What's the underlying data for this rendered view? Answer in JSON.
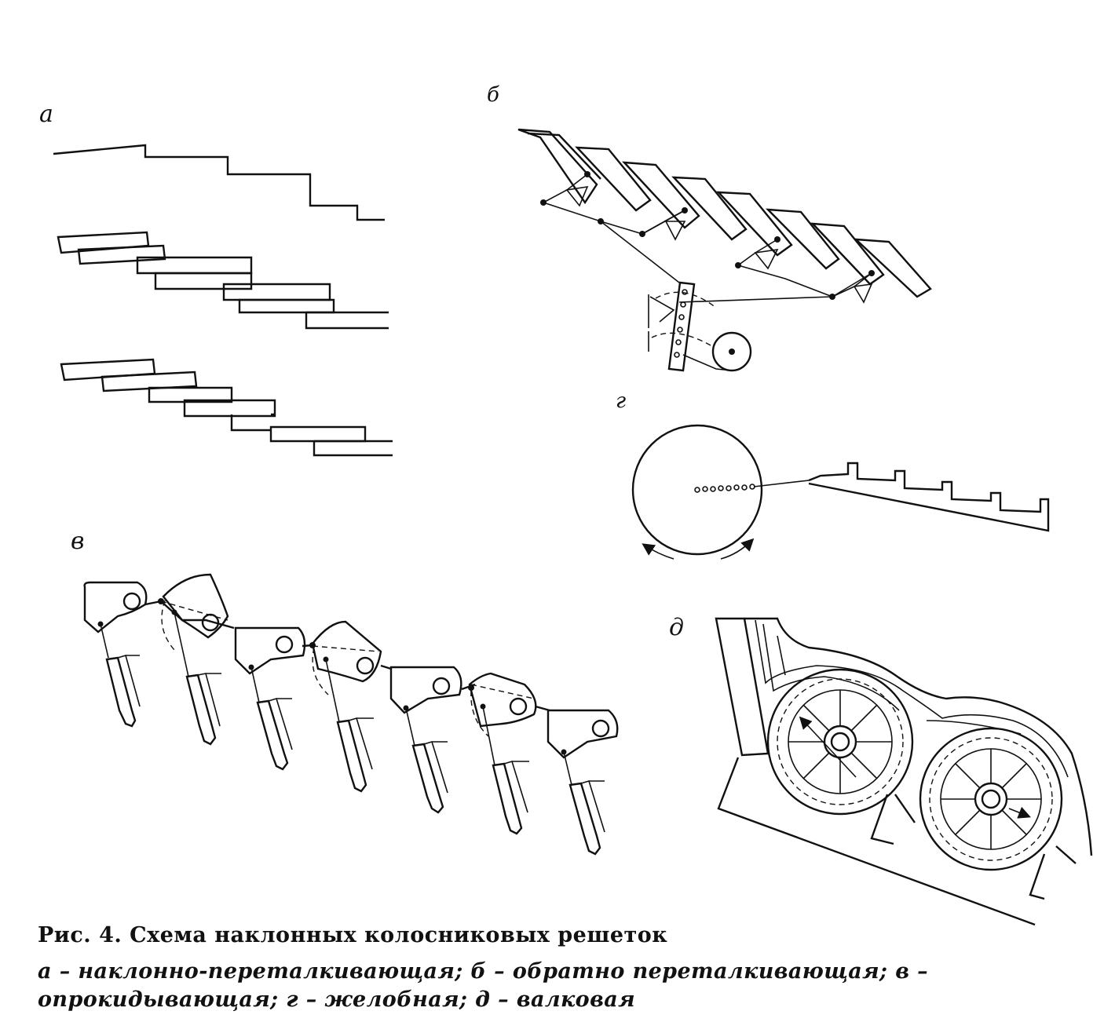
{
  "figure": {
    "panel_labels": {
      "a": "а",
      "b": "б",
      "v": "в",
      "g": "г",
      "d": "д"
    },
    "caption": {
      "title": "Рис. 4. Схема наклонных колосниковых решеток",
      "description": "а – наклонно-переталкивающая; б – обратно переталкивающая; в – опрокидывающая; г – желобная; д – валковая"
    },
    "colors": {
      "ink": "#111111",
      "paper": "#ffffff"
    }
  }
}
